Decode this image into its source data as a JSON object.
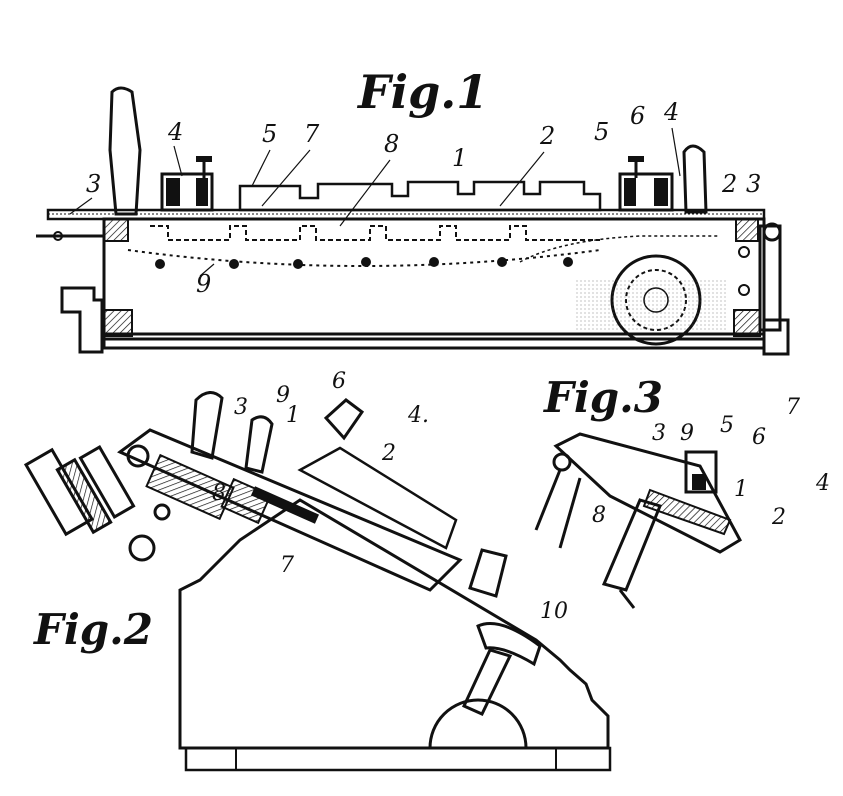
{
  "figures": {
    "fig1": {
      "title": "Fig.1",
      "numerals": [
        "1",
        "2",
        "2",
        "3",
        "3",
        "4",
        "4",
        "5",
        "5",
        "6",
        "7",
        "8",
        "9"
      ]
    },
    "fig2": {
      "title": "Fig.2",
      "numerals": [
        "1",
        "2",
        "3",
        "4.",
        "6",
        "7",
        "8",
        "9",
        "10"
      ]
    },
    "fig3": {
      "title": "Fig.3",
      "numerals": [
        "1",
        "2",
        "3",
        "4",
        "5",
        "6",
        "7",
        "8",
        "9"
      ]
    }
  },
  "colors": {
    "ink": "#111111",
    "paper": "#ffffff"
  }
}
